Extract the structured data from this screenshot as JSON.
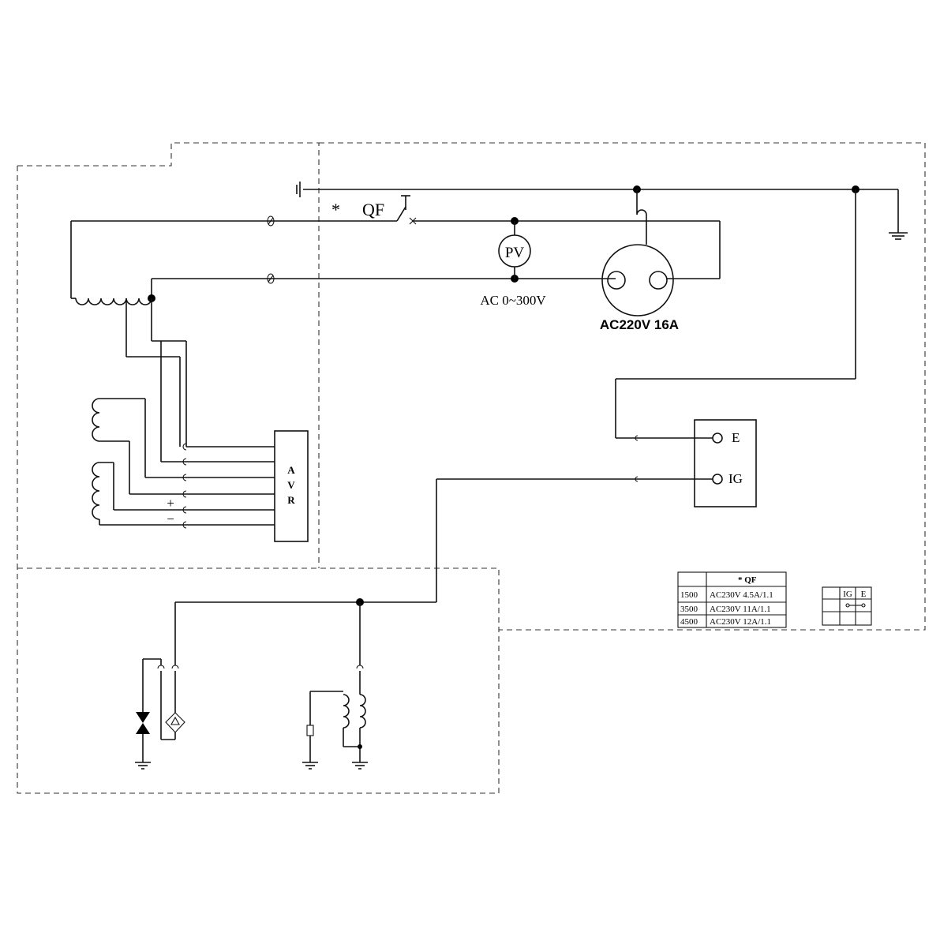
{
  "breaker": {
    "star": "*",
    "label": "QF"
  },
  "voltmeter": {
    "label": "PV",
    "range": "AC 0~300V"
  },
  "socket": {
    "label": "AC220V 16A"
  },
  "avr": {
    "letters": [
      "A",
      "V",
      "R"
    ],
    "plus": "+",
    "minus": "−"
  },
  "switch_block": {
    "terminals": [
      "E",
      "IG"
    ]
  },
  "qf_table": {
    "header": [
      "",
      "* QF"
    ],
    "rows": [
      [
        "1500",
        "AC230V 4.5A/1.1"
      ],
      [
        "3500",
        "AC230V 11A/1.1"
      ],
      [
        "4500",
        "AC230V 12A/1.1"
      ]
    ]
  },
  "switch_table": {
    "headers": [
      "IG",
      "E"
    ]
  }
}
